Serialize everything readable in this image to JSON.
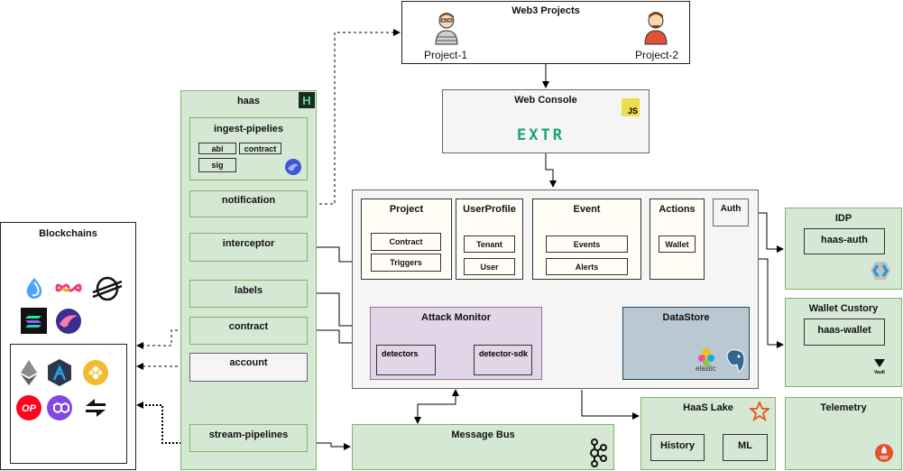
{
  "web3": {
    "title": "Web3 Projects",
    "project1": "Project-1",
    "project2": "Project-2"
  },
  "console": {
    "title": "Web Console",
    "js_badge": "JS",
    "logo": "EXTR"
  },
  "haas": {
    "title": "haas",
    "logo_letter": "H",
    "ingest": {
      "title": "ingest-pipelies",
      "chips": [
        "abi",
        "contract",
        "sig"
      ]
    },
    "notification": "notification",
    "interceptor": "interceptor",
    "labels": "labels",
    "contract": "contract",
    "account": "account",
    "stream": "stream-pipelines"
  },
  "blockchains": {
    "title": "Blockchains"
  },
  "core": {
    "project": {
      "title": "Project",
      "items": [
        "Contract",
        "Triggers"
      ]
    },
    "userprofile": {
      "title": "UserProfile",
      "items": [
        "Tenant",
        "User"
      ]
    },
    "event": {
      "title": "Event",
      "items": [
        "Events",
        "Alerts"
      ]
    },
    "actions": {
      "title": "Actions",
      "items": [
        "Wallet"
      ]
    },
    "auth": {
      "title": "Auth"
    },
    "attack": {
      "title": "Attack Monitor",
      "items": [
        "detectors",
        "detector-sdk"
      ]
    },
    "datastore": {
      "title": "DataStore",
      "elastic": "elastic"
    }
  },
  "idp": {
    "title": "IDP",
    "item": "haas-auth"
  },
  "wallet": {
    "title": "Wallet Custory",
    "item": "haas-wallet",
    "vault_label": "Vault"
  },
  "lake": {
    "title": "HaaS Lake",
    "items": [
      "History",
      "ML"
    ]
  },
  "telemetry": {
    "title": "Telemetry"
  },
  "bus": {
    "title": "Message Bus"
  },
  "colors": {
    "green_fill": "#d5e8d4",
    "green_stroke": "#82b366",
    "purple_fill": "#e1d5e7",
    "steel_fill": "#bac8d3",
    "gray_fill": "#f5f5f5"
  }
}
